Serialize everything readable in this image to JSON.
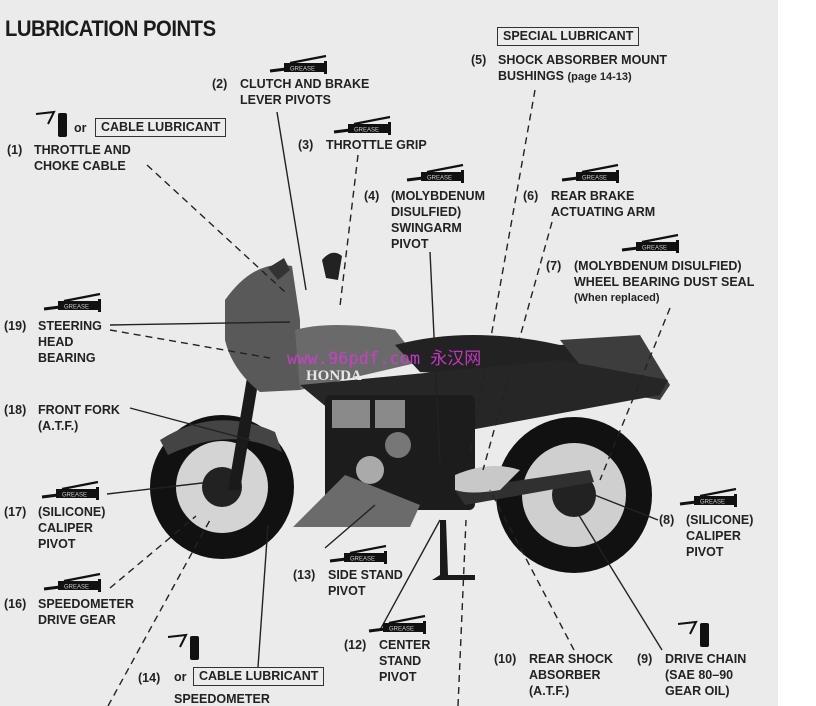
{
  "page": {
    "title": "LUBRICATION POINTS",
    "watermark": "www.96pdf.com 永汉网",
    "bike_brand": "HONDA"
  },
  "icons": {
    "grease_label": "GREASE",
    "oil_can": "oil-can-icon",
    "grease_gun": "grease-gun-icon"
  },
  "boxes": {
    "special_lubricant": "SPECIAL LUBRICANT",
    "cable_lubricant_top": "CABLE LUBRICANT",
    "cable_lubricant_bottom": "CABLE LUBRICANT",
    "or_word": "or"
  },
  "points": [
    {
      "num": "(1)",
      "lines": [
        "THROTTLE AND",
        "CHOKE CABLE"
      ]
    },
    {
      "num": "(2)",
      "lines": [
        "CLUTCH AND BRAKE",
        "LEVER PIVOTS"
      ]
    },
    {
      "num": "(3)",
      "lines": [
        "THROTTLE GRIP"
      ]
    },
    {
      "num": "(4)",
      "lines": [
        "(MOLYBDENUM",
        "DISULFIED)",
        "SWINGARM",
        "PIVOT"
      ]
    },
    {
      "num": "(5)",
      "lines": [
        "SHOCK ABSORBER MOUNT",
        "BUSHINGS"
      ],
      "note": "(page 14-13)"
    },
    {
      "num": "(6)",
      "lines": [
        "REAR BRAKE",
        "ACTUATING ARM"
      ]
    },
    {
      "num": "(7)",
      "lines": [
        "(MOLYBDENUM DISULFIED)",
        "WHEEL BEARING DUST SEAL"
      ],
      "note": "(When replaced)"
    },
    {
      "num": "(8)",
      "lines": [
        "(SILICONE)",
        "CALIPER",
        "PIVOT"
      ]
    },
    {
      "num": "(9)",
      "lines": [
        "DRIVE CHAIN",
        "(SAE 80–90",
        "GEAR OIL)"
      ]
    },
    {
      "num": "(10)",
      "lines": [
        "REAR SHOCK",
        "ABSORBER",
        "(A.T.F.)"
      ]
    },
    {
      "num": "(12)",
      "lines": [
        "CENTER",
        "STAND",
        "PIVOT"
      ]
    },
    {
      "num": "(13)",
      "lines": [
        "SIDE STAND",
        "PIVOT"
      ]
    },
    {
      "num": "(14)",
      "lines": [
        "SPEEDOMETER"
      ]
    },
    {
      "num": "(16)",
      "lines": [
        "SPEEDOMETER",
        "DRIVE GEAR"
      ]
    },
    {
      "num": "(17)",
      "lines": [
        "(SILICONE)",
        "CALIPER",
        "PIVOT"
      ]
    },
    {
      "num": "(18)",
      "lines": [
        "FRONT FORK",
        "(A.T.F.)"
      ]
    },
    {
      "num": "(19)",
      "lines": [
        "STEERING",
        "HEAD",
        "BEARING"
      ]
    }
  ]
}
